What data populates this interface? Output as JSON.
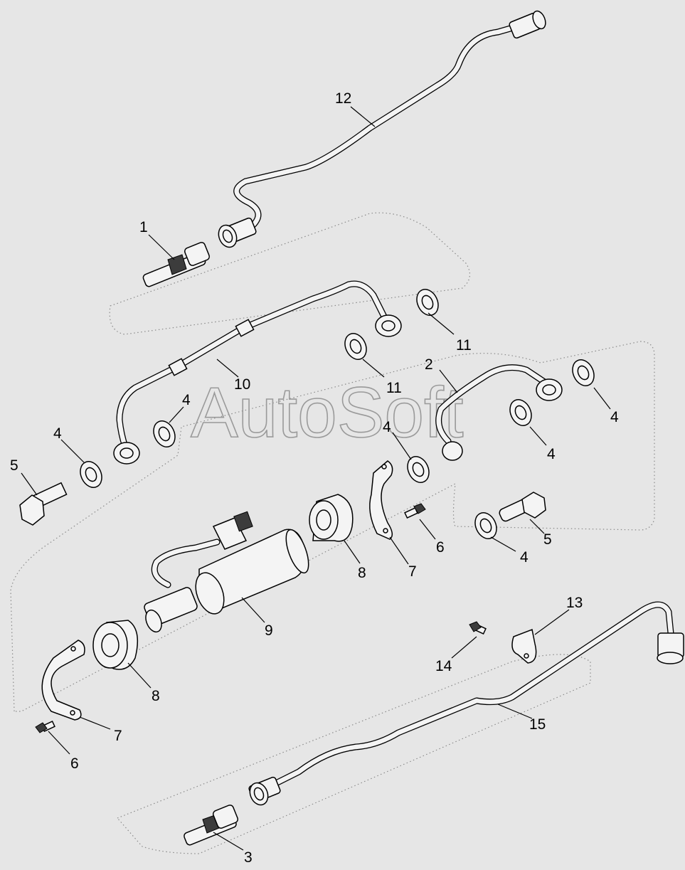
{
  "watermark": "AutoSoft",
  "callouts": [
    {
      "id": "1",
      "label": "1"
    },
    {
      "id": "2",
      "label": "2"
    },
    {
      "id": "3",
      "label": "3"
    },
    {
      "id": "4a",
      "label": "4"
    },
    {
      "id": "4b",
      "label": "4"
    },
    {
      "id": "4c",
      "label": "4"
    },
    {
      "id": "4d",
      "label": "4"
    },
    {
      "id": "4e",
      "label": "4"
    },
    {
      "id": "4f",
      "label": "4"
    },
    {
      "id": "5a",
      "label": "5"
    },
    {
      "id": "5b",
      "label": "5"
    },
    {
      "id": "6a",
      "label": "6"
    },
    {
      "id": "6b",
      "label": "6"
    },
    {
      "id": "7a",
      "label": "7"
    },
    {
      "id": "7b",
      "label": "7"
    },
    {
      "id": "8a",
      "label": "8"
    },
    {
      "id": "8b",
      "label": "8"
    },
    {
      "id": "9",
      "label": "9"
    },
    {
      "id": "10",
      "label": "10"
    },
    {
      "id": "11a",
      "label": "11"
    },
    {
      "id": "11b",
      "label": "11"
    },
    {
      "id": "12",
      "label": "12"
    },
    {
      "id": "13",
      "label": "13"
    },
    {
      "id": "14",
      "label": "14"
    },
    {
      "id": "15",
      "label": "15"
    }
  ],
  "colors": {
    "background": "#e6e6e6",
    "line": "#000000",
    "part_fill": "#f4f4f4",
    "watermark": "#9a9a9a"
  }
}
